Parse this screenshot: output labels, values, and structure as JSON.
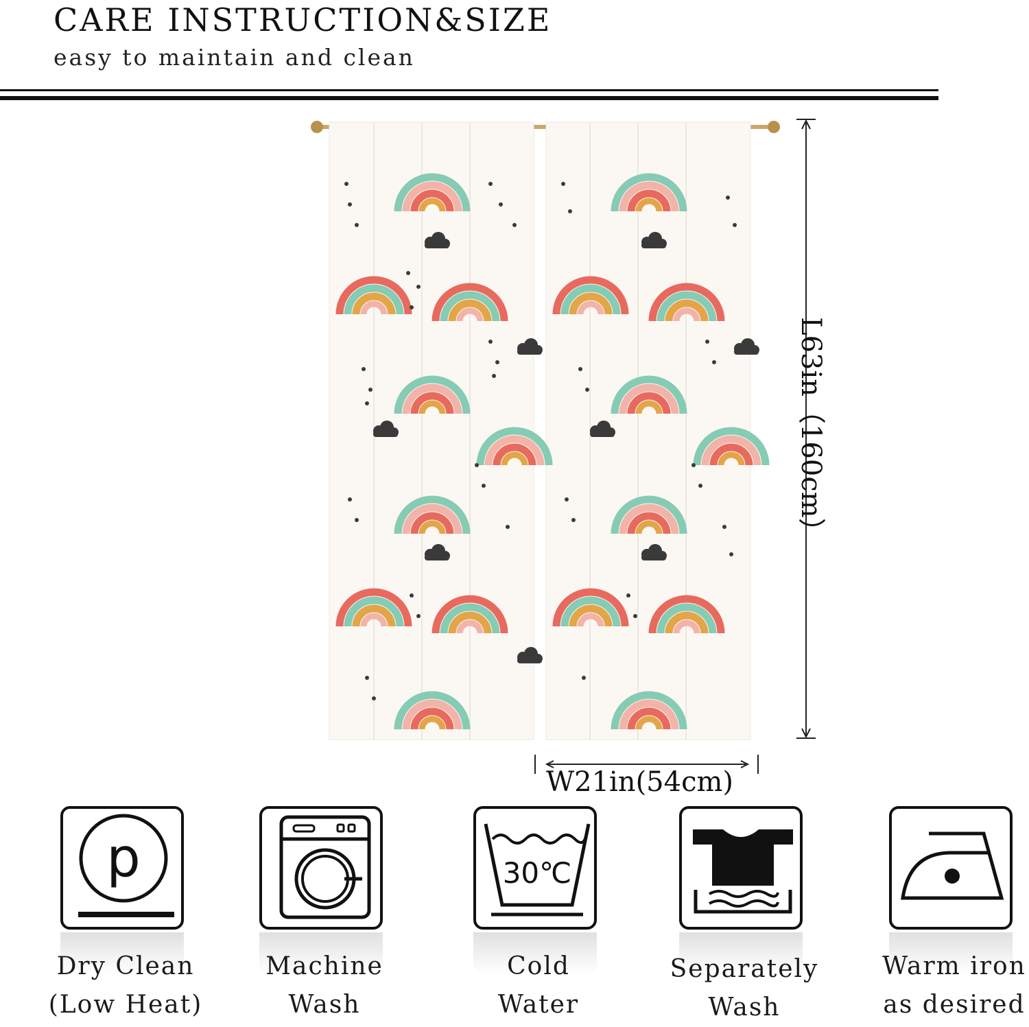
{
  "header": {
    "title": "CARE INSTRUCTION&SIZE",
    "subtitle": "easy to maintain and clean"
  },
  "dimensions": {
    "length": "L63in（160cm）",
    "width": "W21in(54cm)"
  },
  "care_items": [
    {
      "icon": "dry-clean-icon",
      "line1": "Dry Clean",
      "line2": "(Low Heat)"
    },
    {
      "icon": "washing-machine-icon",
      "line1": "Machine",
      "line2": "Wash"
    },
    {
      "icon": "wash-tub-icon",
      "line1": "Cold",
      "line2": "Water",
      "temp": "30℃"
    },
    {
      "icon": "separate-wash-icon",
      "line1": "Separately",
      "line2": "Wash"
    },
    {
      "icon": "iron-icon",
      "line1": "Warm iron",
      "line2": "as desired"
    }
  ],
  "colors": {
    "coral": "#e86a5e",
    "pink": "#f2b3a8",
    "mint": "#86cbb3",
    "mustard": "#e3a548",
    "cloud": "#3a3a3a",
    "fabric": "#fbf8f4"
  }
}
